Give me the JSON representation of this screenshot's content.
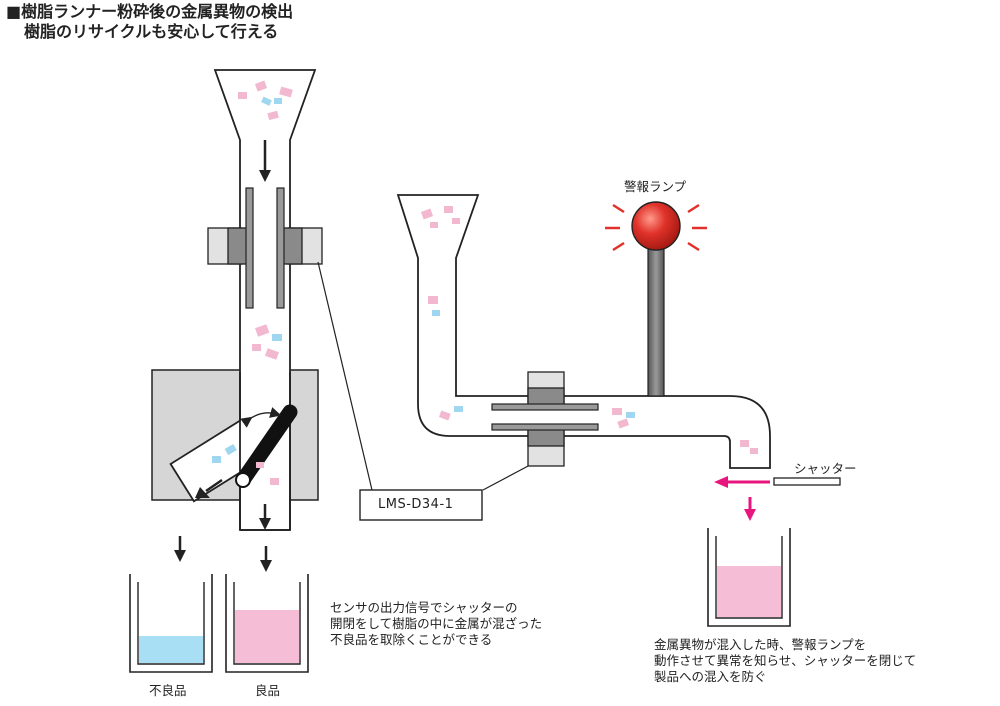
{
  "heading": {
    "line1": "■樹脂ランナー粉砕後の金属異物の検出",
    "line2": "樹脂のリサイクルも安心して行える"
  },
  "labels": {
    "sensor_model": "LMS-D34-1",
    "alarm_lamp": "警報ランプ",
    "shutter": "シャッター",
    "reject_bin": "不良品",
    "good_bin": "良品"
  },
  "notes": {
    "left": [
      "センサの出力信号でシャッターの",
      "開閉をして樹脂の中に金属が混ざった",
      "不良品を取除くことができる"
    ],
    "right": [
      "金属異物が混入した時、警報ランプを",
      "動作させて異常を知らせ、シャッターを閉じて",
      "製品への混入を防ぐ"
    ]
  },
  "colors": {
    "pellet_pink": "#f2b8d0",
    "pellet_blue": "#9fd6f0",
    "bin_fill_pink": "#f6bed6",
    "bin_fill_blue": "#a8dff4",
    "lamp_red": "#e0322a",
    "arrow_magenta": "#e8157e",
    "sensor_gray": "#8a8a8a",
    "housing_gray": "#d4d4d4"
  }
}
